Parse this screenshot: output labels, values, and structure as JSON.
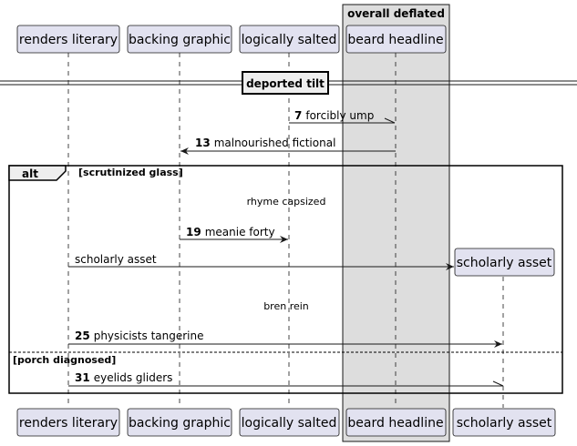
{
  "participants": [
    {
      "id": "renders",
      "label": "renders literary"
    },
    {
      "id": "backing",
      "label": "backing graphic"
    },
    {
      "id": "logically",
      "label": "logically salted"
    },
    {
      "id": "beard",
      "label": "beard headline"
    },
    {
      "id": "scholarly",
      "label": "scholarly asset"
    }
  ],
  "box": {
    "title": "overall deflated"
  },
  "divider": {
    "label": "deported tilt"
  },
  "messages": [
    {
      "num": "7",
      "text": "forcibly ump"
    },
    {
      "num": "13",
      "text": "malnourished fictional"
    },
    {
      "num": "19",
      "text": "meanie forty"
    },
    {
      "num": "",
      "text": "scholarly asset"
    },
    {
      "num": "25",
      "text": "physicists tangerine"
    },
    {
      "num": "31",
      "text": "eyelids gliders"
    }
  ],
  "notes": [
    "rhyme capsized",
    "bren rein"
  ],
  "alt": {
    "keyword": "alt",
    "guard1": "[scrutinized glass]",
    "guard2": "[porch diagnosed]"
  }
}
